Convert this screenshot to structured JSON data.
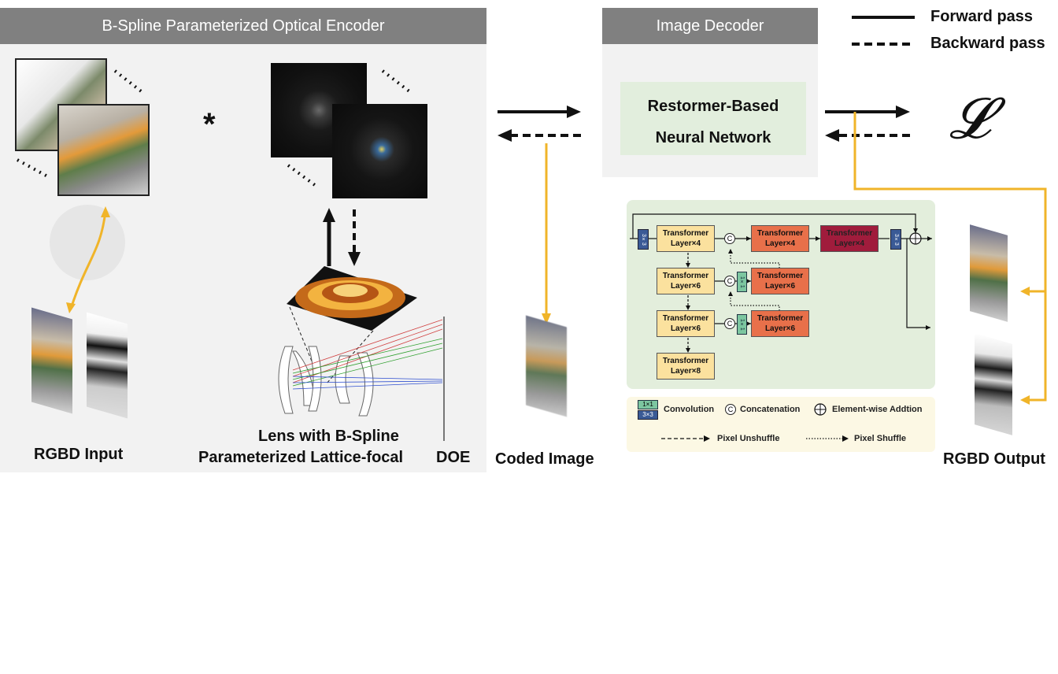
{
  "encoder": {
    "header": "B-Spline Parameterized Optical Encoder",
    "convolution_symbol": "*",
    "rgbd_input_label": "RGBD Input",
    "lens_label_line1": "Lens with B-Spline",
    "lens_label_line2": "Parameterized Lattice-focal",
    "doe_label": "DOE"
  },
  "decoder": {
    "header": "Image Decoder",
    "network_line1": "Restormer-Based",
    "network_line2": "Neural Network"
  },
  "coded_image_label": "Coded Image",
  "loss_symbol": "𝓛",
  "rgbd_output_label": "RGBD Output",
  "legend": {
    "forward": "Forward pass",
    "backward": "Backward pass"
  },
  "architecture": {
    "encoder_blocks": [
      "Transformer Layer×4",
      "Transformer Layer×6",
      "Transformer Layer×6",
      "Transformer Layer×8"
    ],
    "decoder_blocks": [
      "Transformer Layer×4",
      "Transformer Layer×6",
      "Transformer Layer×6"
    ],
    "refine_block": "Transformer Layer×4",
    "conv3_label": "3×3",
    "conv1_label": "1×1",
    "concat_symbol": "C",
    "add_symbol": "+"
  },
  "arch_legend": {
    "conv1": "1×1",
    "conv3": "3×3",
    "convolution": "Convolution",
    "concat_symbol": "C",
    "concatenation": "Concatenation",
    "addition": "Element-wise Addtion",
    "unshuffle": "Pixel Unshuffle",
    "shuffle": "Pixel Shuffle"
  },
  "colors": {
    "panel_bg": "#f2f2f2",
    "header_bg": "#808080",
    "decoder_inner": "#e2eedd",
    "arch_bg": "#e3eedc",
    "legend_bg": "#fcf8e4",
    "gradient_path": "#f0b429",
    "block_yellow": "#fbe19e",
    "block_orange": "#e8704a",
    "block_red": "#a01c3c",
    "conv3": "#3a5a96",
    "conv1": "#7cc6a0"
  }
}
